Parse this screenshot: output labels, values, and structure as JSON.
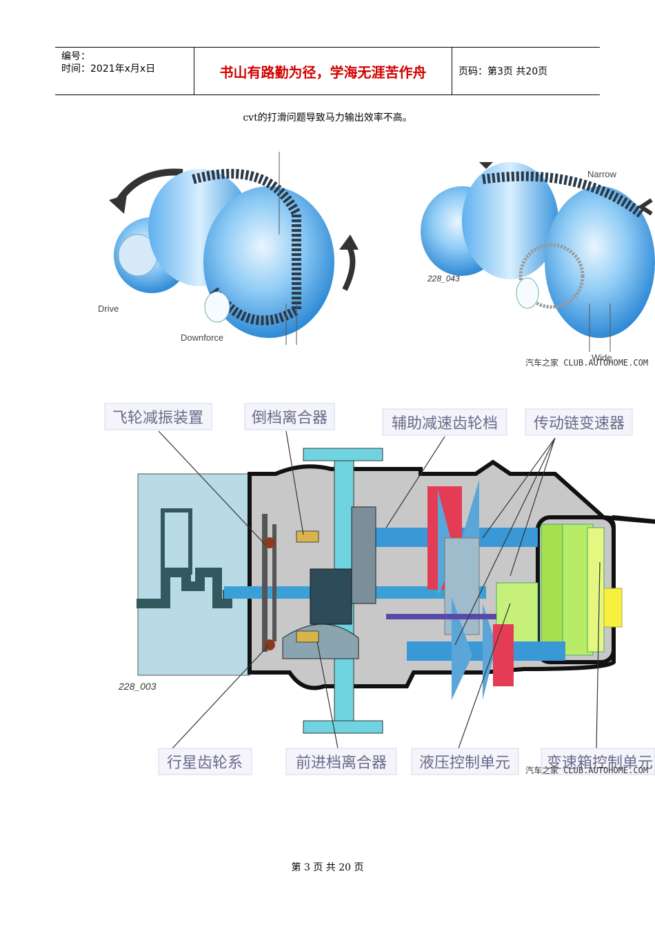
{
  "header": {
    "number_label": "编号：",
    "time_label": "时间：2021年x月x日",
    "motto": "书山有路勤为径，学海无涯苦作舟",
    "page_label": "页码：第3页  共20页"
  },
  "caption": "cvt的打滑问题导致马力输出效率不高。",
  "figure1": {
    "labels": {
      "drive": "Drive",
      "downforce": "Downforce",
      "narrow": "Narrow",
      "wide": "Wide",
      "code": "228_043",
      "watermark": "汽车之家 CLUB.AUTOHOME.COM"
    }
  },
  "figure2": {
    "labels": {
      "flywheel_damper": "飞轮减振装置",
      "reverse_clutch": "倒档离合器",
      "aux_reduction_gear": "辅助减速齿轮档",
      "chain_variator": "传动链变速器",
      "planetary_gear": "行星齿轮系",
      "forward_clutch": "前进档离合器",
      "hydraulic_unit": "液压控制单元",
      "gearbox_control_unit": "变速箱控制单元",
      "code": "228_003",
      "watermark": "汽车之家 CLUB.AUTOHOME.COM"
    }
  },
  "footer": "第 3 页 共 20 页"
}
